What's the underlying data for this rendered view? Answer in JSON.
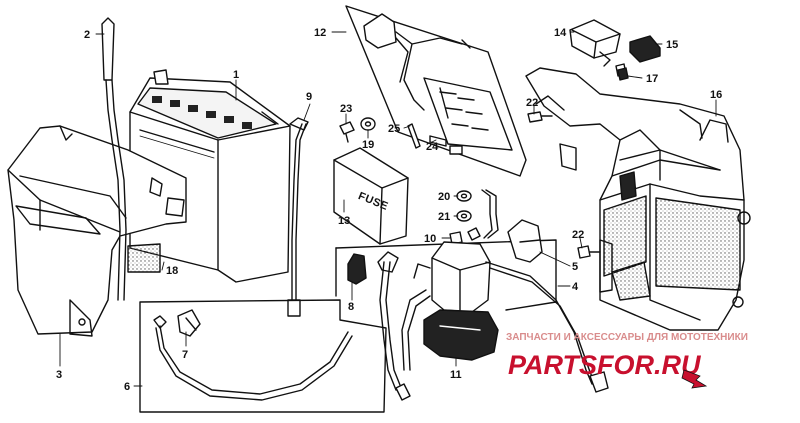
{
  "diagram": {
    "parts": [
      {
        "id": "battery",
        "icon": "battery-icon",
        "callout": "1"
      },
      {
        "id": "vent-tube",
        "icon": "tube-icon",
        "callout": "2"
      },
      {
        "id": "battery-holder",
        "icon": "bracket-icon",
        "callout": "3"
      },
      {
        "id": "cable-assembly",
        "icon": "cable-icon",
        "callout": "4"
      },
      {
        "id": "terminal-cover-pair",
        "icon": "cover-icon",
        "callout": "5"
      },
      {
        "id": "battery-cable",
        "icon": "cable-icon",
        "callout": "6"
      },
      {
        "id": "terminal-cover",
        "icon": "cover-icon",
        "callout": "7"
      },
      {
        "id": "terminal-boot",
        "icon": "cover-icon",
        "callout": "8"
      },
      {
        "id": "negative-cable",
        "icon": "cable-icon",
        "callout": "9"
      },
      {
        "id": "relay-terminal",
        "icon": "terminal-icon",
        "callout": "10"
      },
      {
        "id": "starter-relay",
        "icon": "relay-icon",
        "callout": "11"
      },
      {
        "id": "fuse-box-assembly",
        "icon": "fuse-box-icon",
        "callout": "12"
      },
      {
        "id": "fuse-box-cover",
        "icon": "cover-icon",
        "callout": "13"
      },
      {
        "id": "relay",
        "icon": "relay-icon",
        "callout": "14"
      },
      {
        "id": "relay-mount",
        "icon": "mount-icon",
        "callout": "15"
      },
      {
        "id": "battery-box",
        "icon": "box-icon",
        "callout": "16"
      },
      {
        "id": "clip",
        "icon": "clip-icon",
        "callout": "17"
      },
      {
        "id": "pad",
        "icon": "pad-icon",
        "callout": "18"
      },
      {
        "id": "washer",
        "icon": "washer-icon",
        "callout": "19"
      },
      {
        "id": "nut",
        "icon": "nut-icon",
        "callout": "20"
      },
      {
        "id": "washer-small",
        "icon": "washer-icon",
        "callout": "21"
      },
      {
        "id": "bolt",
        "icon": "bolt-icon",
        "callout": "22"
      },
      {
        "id": "screw",
        "icon": "bolt-icon",
        "callout": "23"
      },
      {
        "id": "fuse-30a",
        "icon": "fuse-icon",
        "callout": "24"
      },
      {
        "id": "fuse-spare",
        "icon": "fuse-icon",
        "callout": "25"
      }
    ],
    "fuse_cover_text": "FUSE"
  },
  "watermark": {
    "caption": "ЗАПЧАСТИ И АКСЕССУАРЫ ДЛЯ МОТОТЕХНИКИ",
    "logo": "PARTSFOR.RU"
  },
  "colors": {
    "ink": "#111111",
    "watermark_red": "#c8102e",
    "watermark_pink": "#d98c8c"
  }
}
